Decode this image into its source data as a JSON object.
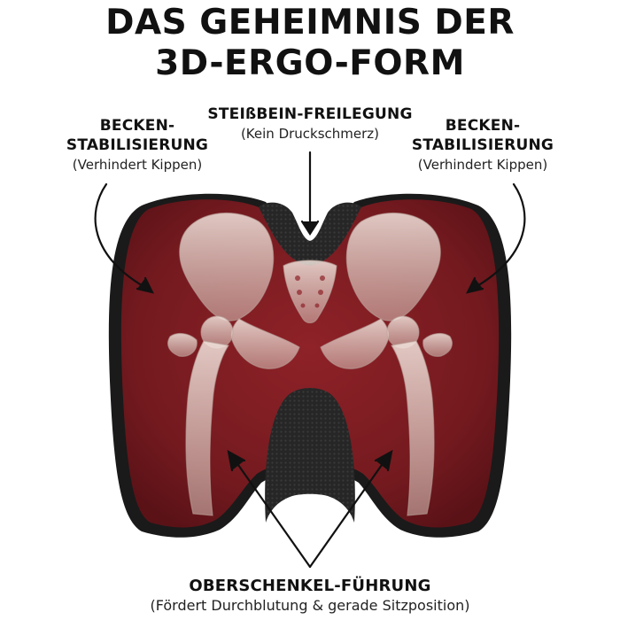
{
  "headline": {
    "line1": "DAS GEHEIMNIS DER",
    "line2": "3D-ERGO-FORM"
  },
  "callouts": {
    "left": {
      "title_line1": "BECKEN-",
      "title_line2": "STABILISIERUNG",
      "subtitle": "(Verhindert Kippen)"
    },
    "top": {
      "title": "STEIßBEIN-FREILEGUNG",
      "subtitle": "(Kein Druckschmerz)"
    },
    "right": {
      "title_line1": "BECKEN-",
      "title_line2": "STABILISIERUNG",
      "subtitle": "(Verhindert Kippen)"
    },
    "bottom": {
      "title": "OBERSCHENKEL-FÜHRUNG",
      "subtitle": "(Fördert Durchblutung & gerade Sitzposition)"
    }
  },
  "colors": {
    "cushion": "#7a1a1f",
    "cushion_edge": "#1a1a1a",
    "mesh": "#2a2a2a",
    "bone": "#e8d8d0",
    "arrow": "#111111"
  }
}
